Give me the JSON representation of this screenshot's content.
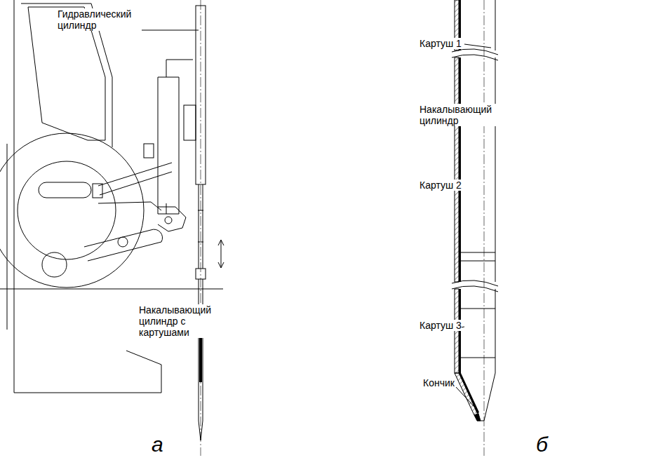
{
  "diagram": {
    "labels": [
      "Гидравлический цилиндр",
      "Накалывающий цилиндр с картушами",
      "а",
      "Картуш 1",
      "Накалывающий цилиндр",
      "Картуш 2",
      "Картуш 3",
      "Кончик",
      "б"
    ]
  }
}
